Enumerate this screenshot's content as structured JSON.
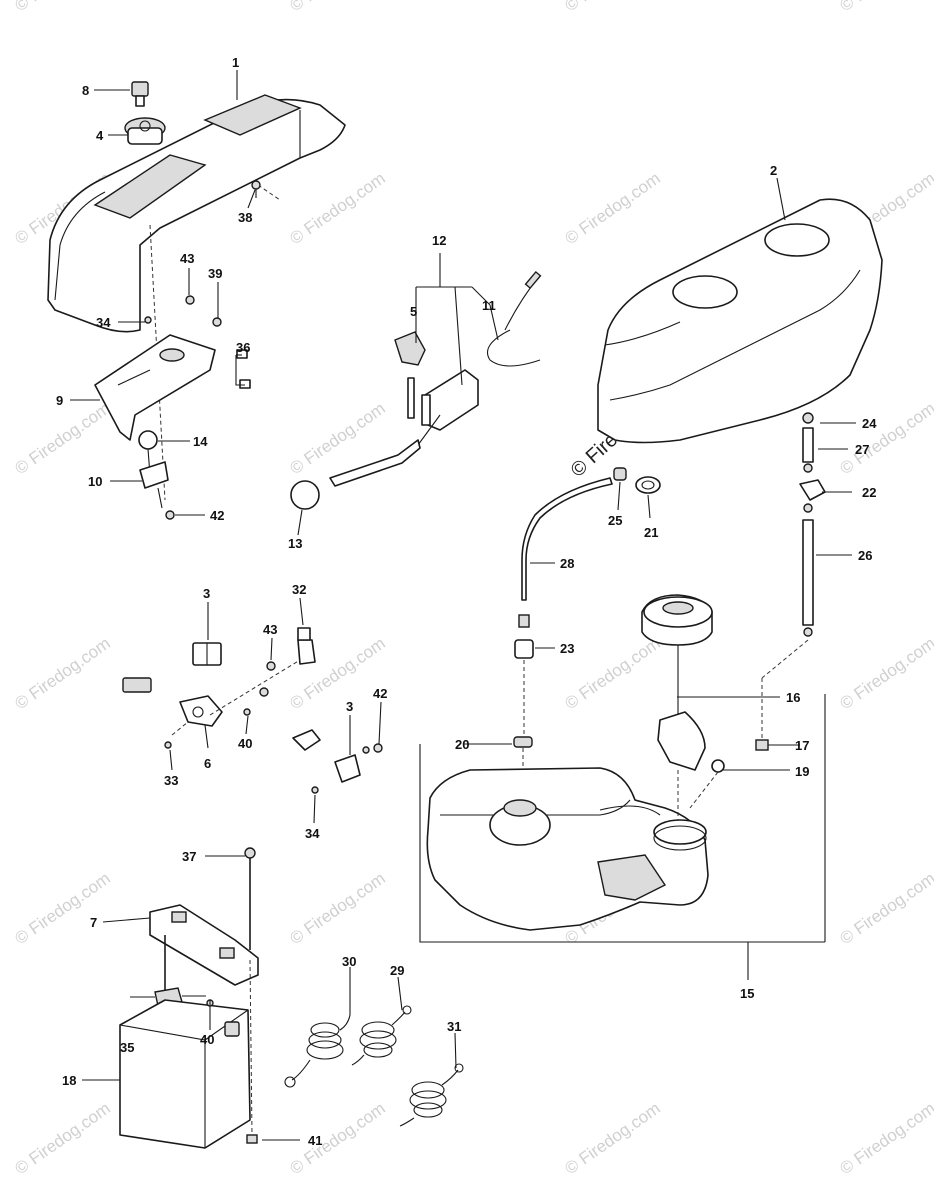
{
  "watermark": "© Firedog.com",
  "center_watermark": "© Firedog.com",
  "callouts": {
    "p1": "1",
    "p2": "2",
    "p3a": "3",
    "p3b": "3",
    "p4": "4",
    "p5": "5",
    "p6": "6",
    "p7": "7",
    "p8": "8",
    "p9": "9",
    "p10": "10",
    "p11": "11",
    "p12": "12",
    "p13": "13",
    "p14": "14",
    "p15": "15",
    "p16": "16",
    "p17": "17",
    "p18": "18",
    "p19": "19",
    "p20": "20",
    "p21": "21",
    "p22": "22",
    "p23": "23",
    "p24": "24",
    "p25": "25",
    "p26": "26",
    "p27": "27",
    "p28": "28",
    "p29": "29",
    "p30": "30",
    "p31": "31",
    "p32": "32",
    "p33": "33",
    "p34a": "34",
    "p34b": "34",
    "p35": "35",
    "p36": "36",
    "p37": "37",
    "p38": "38",
    "p39": "39",
    "p40a": "40",
    "p40b": "40",
    "p41": "41",
    "p42a": "42",
    "p42b": "42",
    "p43a": "43",
    "p43b": "43"
  },
  "colors": {
    "line": "#1a1a1a",
    "watermark": "#d0d0d0",
    "background": "#ffffff"
  }
}
